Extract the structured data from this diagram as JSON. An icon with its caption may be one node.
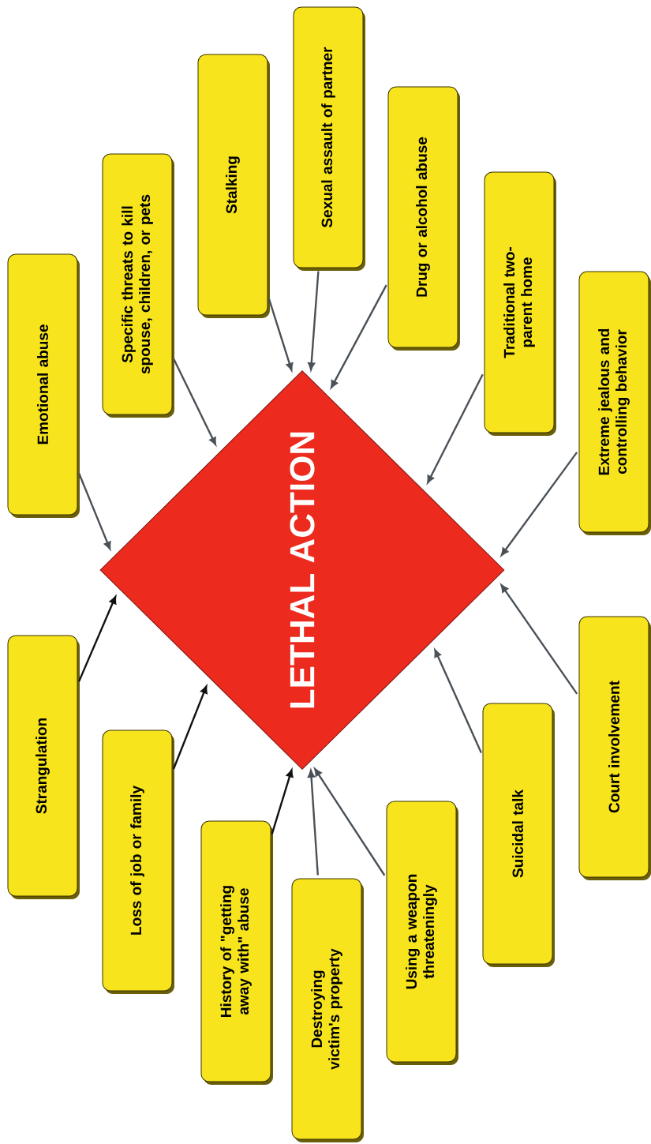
{
  "diagram": {
    "nodes": [
      {
        "text": [
          "LETHAL ACTION"
        ]
      },
      {
        "text": [
          "Emotional abuse"
        ]
      },
      {
        "text": [
          "Specific threats to kill spouse, children, or pets"
        ]
      },
      {
        "text": [
          "Stalking"
        ]
      },
      {
        "text": [
          "Sexual assault of partner"
        ]
      },
      {
        "text": [
          "Drug or alcohol abuse"
        ]
      },
      {
        "text": [
          "Traditional two-parent home"
        ]
      },
      {
        "text": [
          "Extreme jealous and controlling behavior"
        ]
      },
      {
        "text": [
          "Strangulation"
        ]
      },
      {
        "text": [
          "Loss of job or family"
        ]
      },
      {
        "text": [
          "History of \"getting away with\" abuse"
        ]
      },
      {
        "text": [
          "Destroying victim's property"
        ]
      },
      {
        "text": [
          "Using a weapon threateningly"
        ]
      },
      {
        "text": [
          "Suicidal talk"
        ]
      },
      {
        "text": [
          "Court involvement"
        ]
      }
    ],
    "edges": [
      {
        "from": 1,
        "to": 0,
        "arrow": "to"
      },
      {
        "from": 2,
        "to": 0,
        "arrow": "to"
      },
      {
        "from": 3,
        "to": 0,
        "arrow": "to"
      },
      {
        "from": 4,
        "to": 0,
        "arrow": "to"
      },
      {
        "from": 5,
        "to": 0,
        "arrow": "to"
      },
      {
        "from": 6,
        "to": 0,
        "arrow": "to"
      },
      {
        "from": 7,
        "to": 0,
        "arrow": "to"
      },
      {
        "from": 8,
        "to": 0,
        "arrow": "to",
        "color": "#111111"
      },
      {
        "from": 9,
        "to": 0,
        "arrow": "to",
        "color": "#111111"
      },
      {
        "from": 10,
        "to": 0,
        "arrow": "to",
        "color": "#111111"
      },
      {
        "from": 11,
        "to": 0,
        "arrow": "to"
      },
      {
        "from": 12,
        "to": 0,
        "arrow": "to"
      },
      {
        "from": 13,
        "to": 0,
        "arrow": "to"
      },
      {
        "from": 14,
        "to": 0,
        "arrow": "to"
      }
    ]
  }
}
